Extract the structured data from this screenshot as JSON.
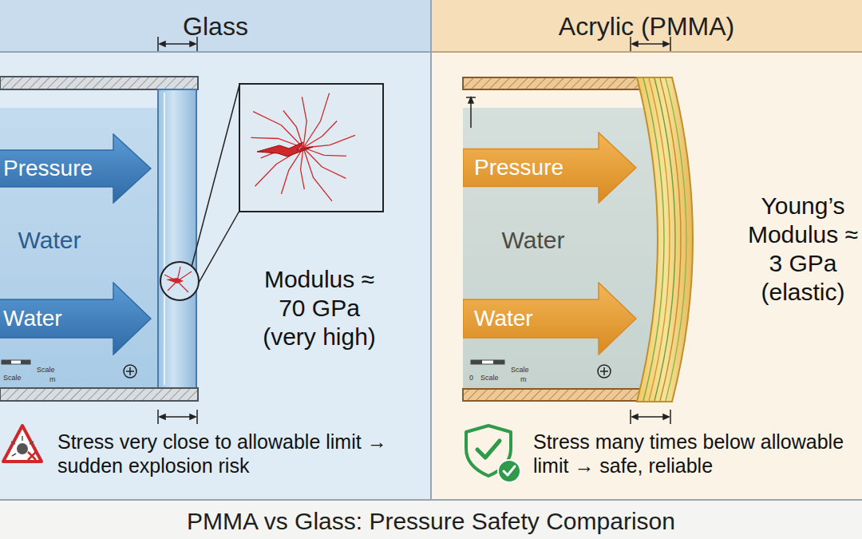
{
  "diagram": {
    "caption": "PMMA vs Glass: Pressure Safety Comparison",
    "nodes": [
      {
        "text": [
          "Glass"
        ]
      },
      {
        "text": [
          "Water"
        ],
        "in": 0
      },
      {
        "text": [
          "Pressure"
        ],
        "in": 1
      },
      {
        "text": [
          "Water"
        ],
        "in": 1
      },
      {
        "text": [
          "Acrylic (PMMA)"
        ]
      },
      {
        "text": [
          "Water"
        ],
        "in": 4
      },
      {
        "text": [
          "Pressure"
        ],
        "in": 5
      },
      {
        "text": [
          "Water"
        ],
        "in": 5
      }
    ],
    "labels": [
      "Modulus ≈ 70 GPa (very high)",
      "Stress very close to allowable limit → sudden explosion risk",
      "Scale",
      "Scale",
      "m",
      "Young’s Modulus ≈ 3 GPa (elastic)",
      "Stress many times below allowable limit → safe, reliable",
      "Scale",
      "0",
      "Scale",
      "m"
    ]
  }
}
